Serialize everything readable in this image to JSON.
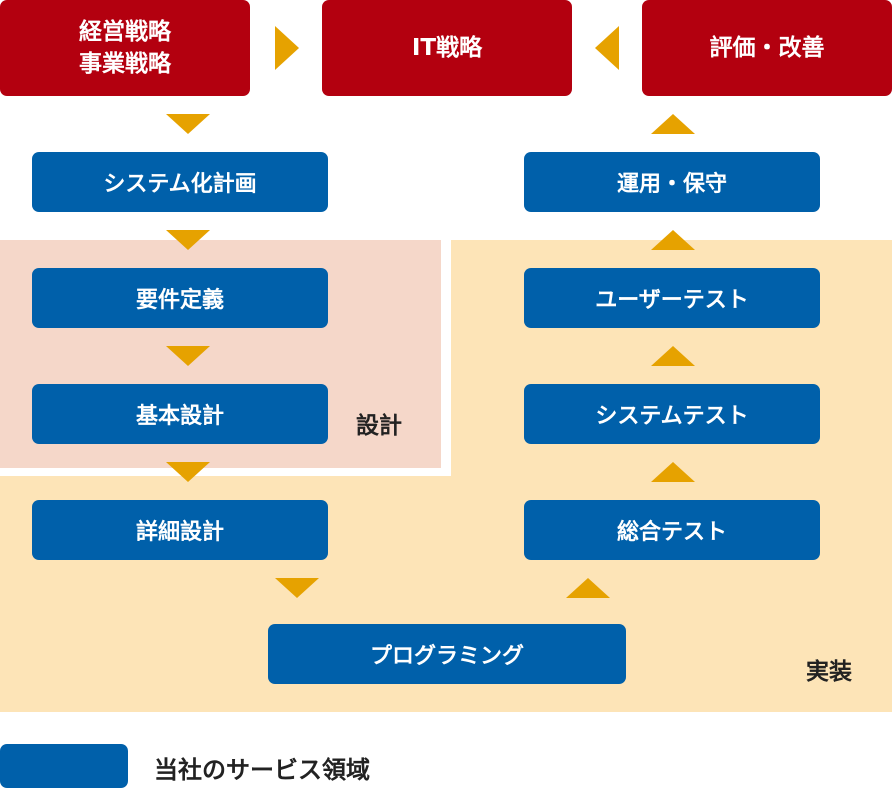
{
  "top": {
    "management": [
      "経営戦略",
      "事業戦略"
    ],
    "it_strategy": "IT戦略",
    "evaluation": "評価・改善"
  },
  "left": {
    "planning": "システム化計画",
    "requirements": "要件定義",
    "basic_design": "基本設計",
    "detail_design": "詳細設計"
  },
  "bottom": {
    "programming": "プログラミング"
  },
  "right": {
    "integration_test": "総合テスト",
    "system_test": "システムテスト",
    "user_test": "ユーザーテスト",
    "operation": "運用・保守"
  },
  "zones": {
    "design": "設計",
    "implementation": "実装"
  },
  "legend": {
    "label": "当社のサービス領域"
  },
  "colors": {
    "red": "#b3000f",
    "blue": "#0060aa",
    "arrow": "#e6a200",
    "design_zone": "#f5d7c9",
    "implementation_zone": "#fde4b7"
  }
}
